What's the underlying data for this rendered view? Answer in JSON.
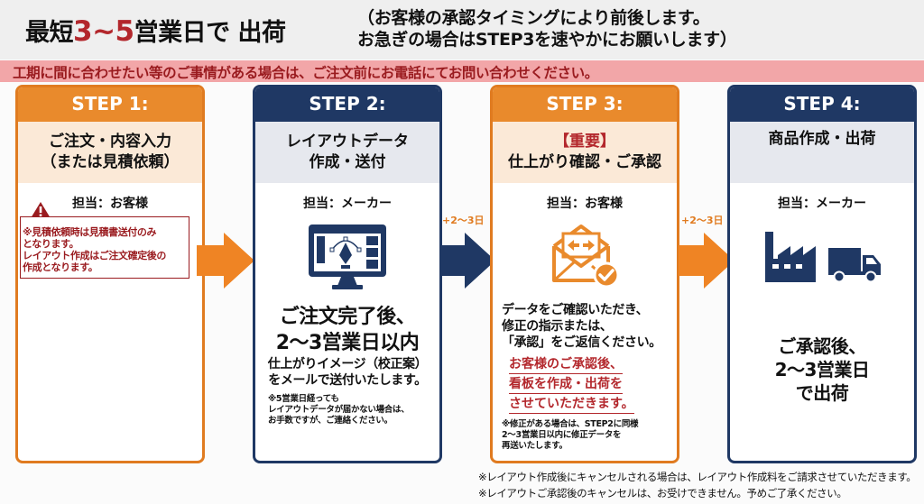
{
  "header": {
    "headline_prefix": "最短",
    "headline_accent": "3~5",
    "headline_suffix": "営業日で 出荷",
    "subhead_line1": "（お客様の承認タイミングにより前後します。",
    "subhead_line2": "お急ぎの場合はSTEP3を速やかにお願いします）"
  },
  "alert": {
    "text": "工期に間に合わせたい等のご事情がある場合は、ご注文前にお電話にてお問い合わせください。"
  },
  "steps": [
    {
      "label": "STEP 1:",
      "title_line1": "ご注文・内容入力",
      "title_line2": "（または見積依頼）",
      "owner": "担当：お客様",
      "icons": [
        "document-icon",
        "monitor-icon"
      ],
      "warning": {
        "icon": "warning-icon",
        "line1": "※見積依頼時は見積書送付のみ",
        "line2": "となります。",
        "line3": "レイアウト作成はご注文確定後の",
        "line4": "作成となります。"
      }
    },
    {
      "label": "STEP 2:",
      "title_line1": "レイアウトデータ",
      "title_line2": "作成・送付",
      "owner": "担当：メーカー",
      "icons": [
        "design-monitor-icon"
      ],
      "big_line1": "ご注文完了後、",
      "big_line2": "2〜3営業日以内",
      "mid_line1": "仕上がりイメージ（校正案）",
      "mid_line2": "をメールで送付いたします。",
      "note_line1": "※5営業日経っても",
      "note_line2": "レイアウトデータが届かない場合は、",
      "note_line3": "お手数ですが、ご連絡ください。"
    },
    {
      "label": "STEP 3:",
      "title_tag": "【重要】",
      "title_line1": "仕上がり確認・ご承認",
      "owner": "担当：お客様",
      "icons": [
        "mail-approval-icon"
      ],
      "body_line1": "データをご確認いただき、",
      "body_line2": "修正の指示または、",
      "body_line3": "「承認」をご返信ください。",
      "red_line1": "お客様のご承認後、",
      "red_line2": "看板を作成・出荷を",
      "red_line3": "させていただきます。",
      "note_line1": "※修正がある場合は、STEP2に同様",
      "note_line2": "2〜3営業日以内に修正データを",
      "note_line3": "再送いたします。"
    },
    {
      "label": "STEP 4:",
      "title_line1": "商品作成・出荷",
      "owner": "担当：メーカー",
      "icons": [
        "factory-icon",
        "truck-icon"
      ],
      "big_line1": "ご承認後、",
      "big_line2": "2〜3営業日",
      "big_line3": "で出荷"
    }
  ],
  "arrows": [
    {
      "from": "STEP 1",
      "to": "STEP 2",
      "label": ""
    },
    {
      "from": "STEP 2",
      "to": "STEP 3",
      "label": "+2〜3日"
    },
    {
      "from": "STEP 3",
      "to": "STEP 4",
      "label": "+2〜3日"
    }
  ],
  "footnotes": [
    "※レイアウト作成後にキャンセルされる場合は、レイアウト作成料をご請求させていただきます。",
    "※レイアウトご承認後のキャンセルは、お受けできません。予めご了承ください。"
  ],
  "colors": {
    "orange": "#e98a2c",
    "navy": "#1f3864",
    "accent_red": "#b3272c",
    "alert_band": "#f2a6a8"
  }
}
